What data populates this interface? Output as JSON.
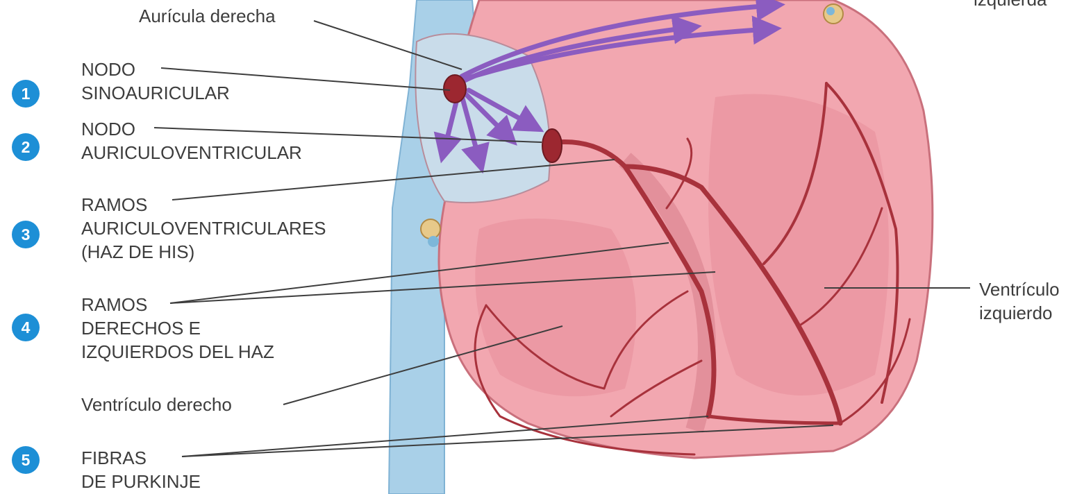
{
  "labels": {
    "auricula_derecha": "Aurícula derecha",
    "auricula_izquierda_partial": "izquierda",
    "ventriculo_izquierdo": [
      "Ventrículo",
      "izquierdo"
    ],
    "ventriculo_derecho": "Ventrículo derecho"
  },
  "steps": [
    {
      "number": "1",
      "lines": [
        "NODO",
        "SINOAURICULAR"
      ]
    },
    {
      "number": "2",
      "lines": [
        "NODO",
        "AURICULOVENTRICULAR"
      ]
    },
    {
      "number": "3",
      "lines": [
        "RAMOS",
        "AURICULOVENTRICULARES",
        "(HAZ DE HIS)"
      ]
    },
    {
      "number": "4",
      "lines": [
        "RAMOS",
        "DERECHOS E",
        "IZQUIERDOS DEL HAZ"
      ]
    },
    {
      "number": "5",
      "lines": [
        "FIBRAS",
        "DE PURKINJE"
      ]
    }
  ],
  "colors": {
    "badge": "#1d8fd6",
    "myocardium": "#f2a7b0",
    "vessel_blue": "#a9d0e8",
    "conduction": "#a8323c",
    "signal_arrow": "#8b5cc0"
  }
}
